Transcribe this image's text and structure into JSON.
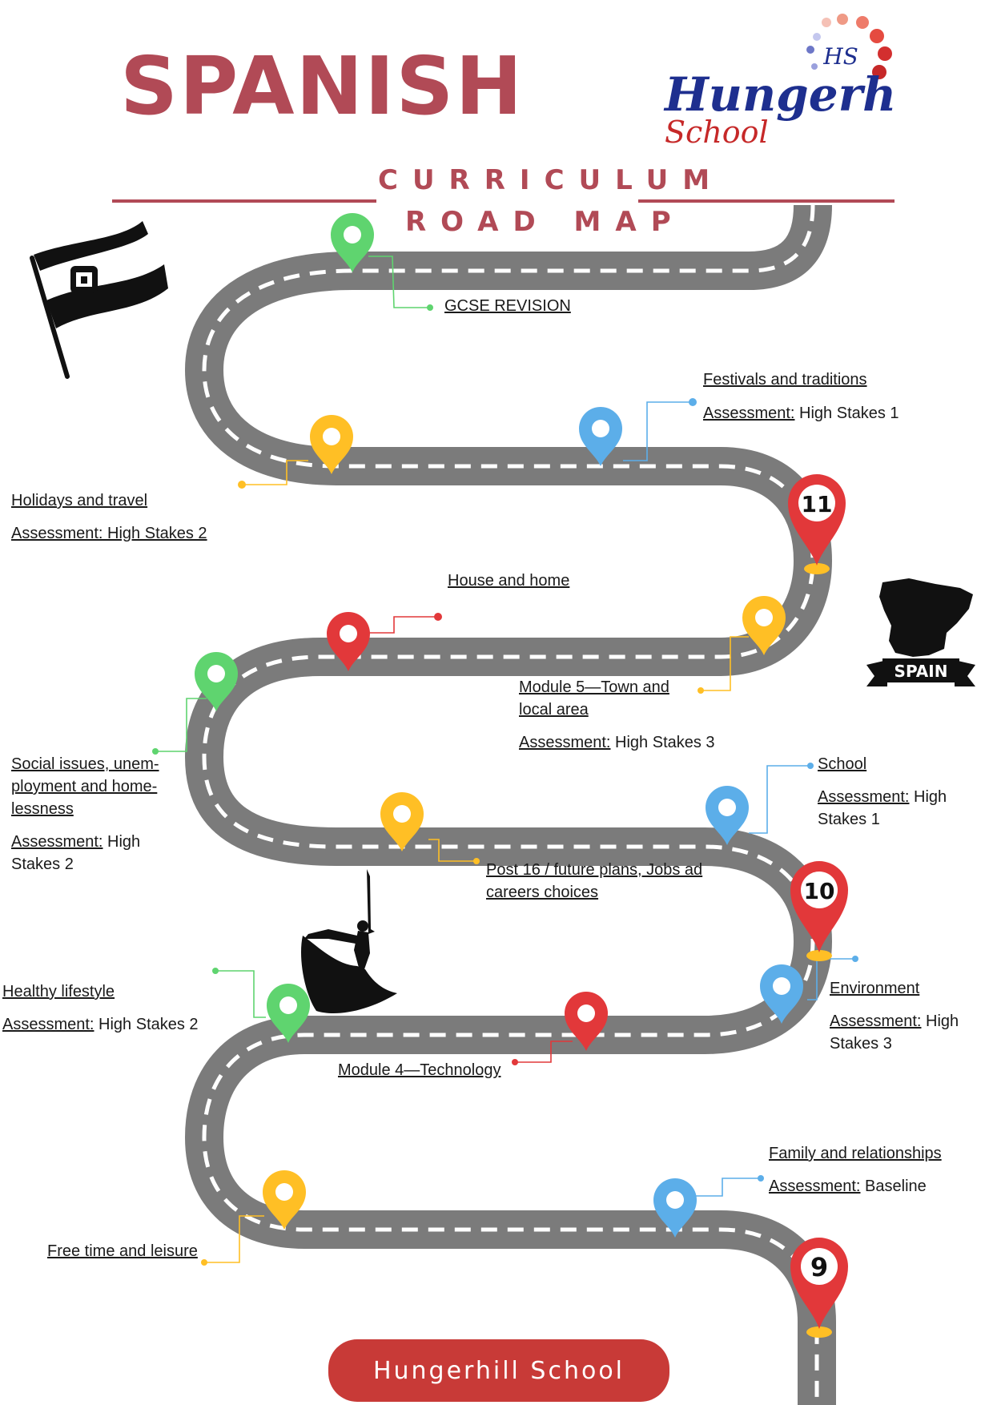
{
  "header": {
    "title": "SPANISH",
    "subtitle_line1": "CURRICULUM",
    "subtitle_line2": "ROAD MAP"
  },
  "logo": {
    "monogram": "HS",
    "name_line1": "Hungerhill",
    "name_line2": "School"
  },
  "country_badge": {
    "label": "SPAIN"
  },
  "milestones": {
    "gcse": {
      "title": "GCSE REVISION"
    },
    "festivals": {
      "title": "Festivals and traditions",
      "assessment_prefix": "Assessment:",
      "assessment_value": " High Stakes 1"
    },
    "holidays": {
      "title": "Holidays and travel",
      "assessment_prefix": "Assessment:",
      "assessment_value": " High Stakes 2"
    },
    "house": {
      "title": "House and home"
    },
    "module5": {
      "title_line1": "Module 5—Town and",
      "title_line2": "local area",
      "assessment_prefix": "Assessment:",
      "assessment_value": " High Stakes 3"
    },
    "social": {
      "title_line1": "Social issues, unem-",
      "title_line2": "ployment and home-",
      "title_line3": "lessness",
      "assessment_prefix": "Assessment:",
      "assessment_value_line1": " High",
      "assessment_value_line2": "Stakes 2"
    },
    "school": {
      "title": "School",
      "assessment_prefix": "Assessment:",
      "assessment_value_line1": " High",
      "assessment_value_line2": "Stakes 1"
    },
    "post16": {
      "title_line1": "Post 16 / future plans, Jobs ad",
      "title_line2": "careers choices"
    },
    "healthy": {
      "title": "Healthy lifestyle",
      "assessment_prefix": "Assessment:",
      "assessment_value": " High Stakes 2"
    },
    "environment": {
      "title": "Environment",
      "assessment_prefix": "Assessment:",
      "assessment_value_line1": " High",
      "assessment_value_line2": "Stakes 3"
    },
    "module4": {
      "title": "Module 4—Technology"
    },
    "family": {
      "title": "Family and relationships",
      "assessment_prefix": "Assessment:",
      "assessment_value": "  Baseline"
    },
    "freetime": {
      "title": "Free time and leisure"
    }
  },
  "year_markers": {
    "y11": "11",
    "y10": "10",
    "y9": "9"
  },
  "footer": {
    "button_label": "Hungerhill School"
  },
  "colors": {
    "brand": "#b14a56",
    "road": "#7b7b7b",
    "green": "#5fd46f",
    "yellow": "#ffbf25",
    "blue": "#5caee9",
    "red": "#e2383a",
    "button": "#c83a37",
    "navy": "#1e2f8f"
  },
  "icons": [
    "spain-flag-icon",
    "spain-map-icon",
    "flamenco-dancer-icon",
    "map-pin-icon"
  ]
}
